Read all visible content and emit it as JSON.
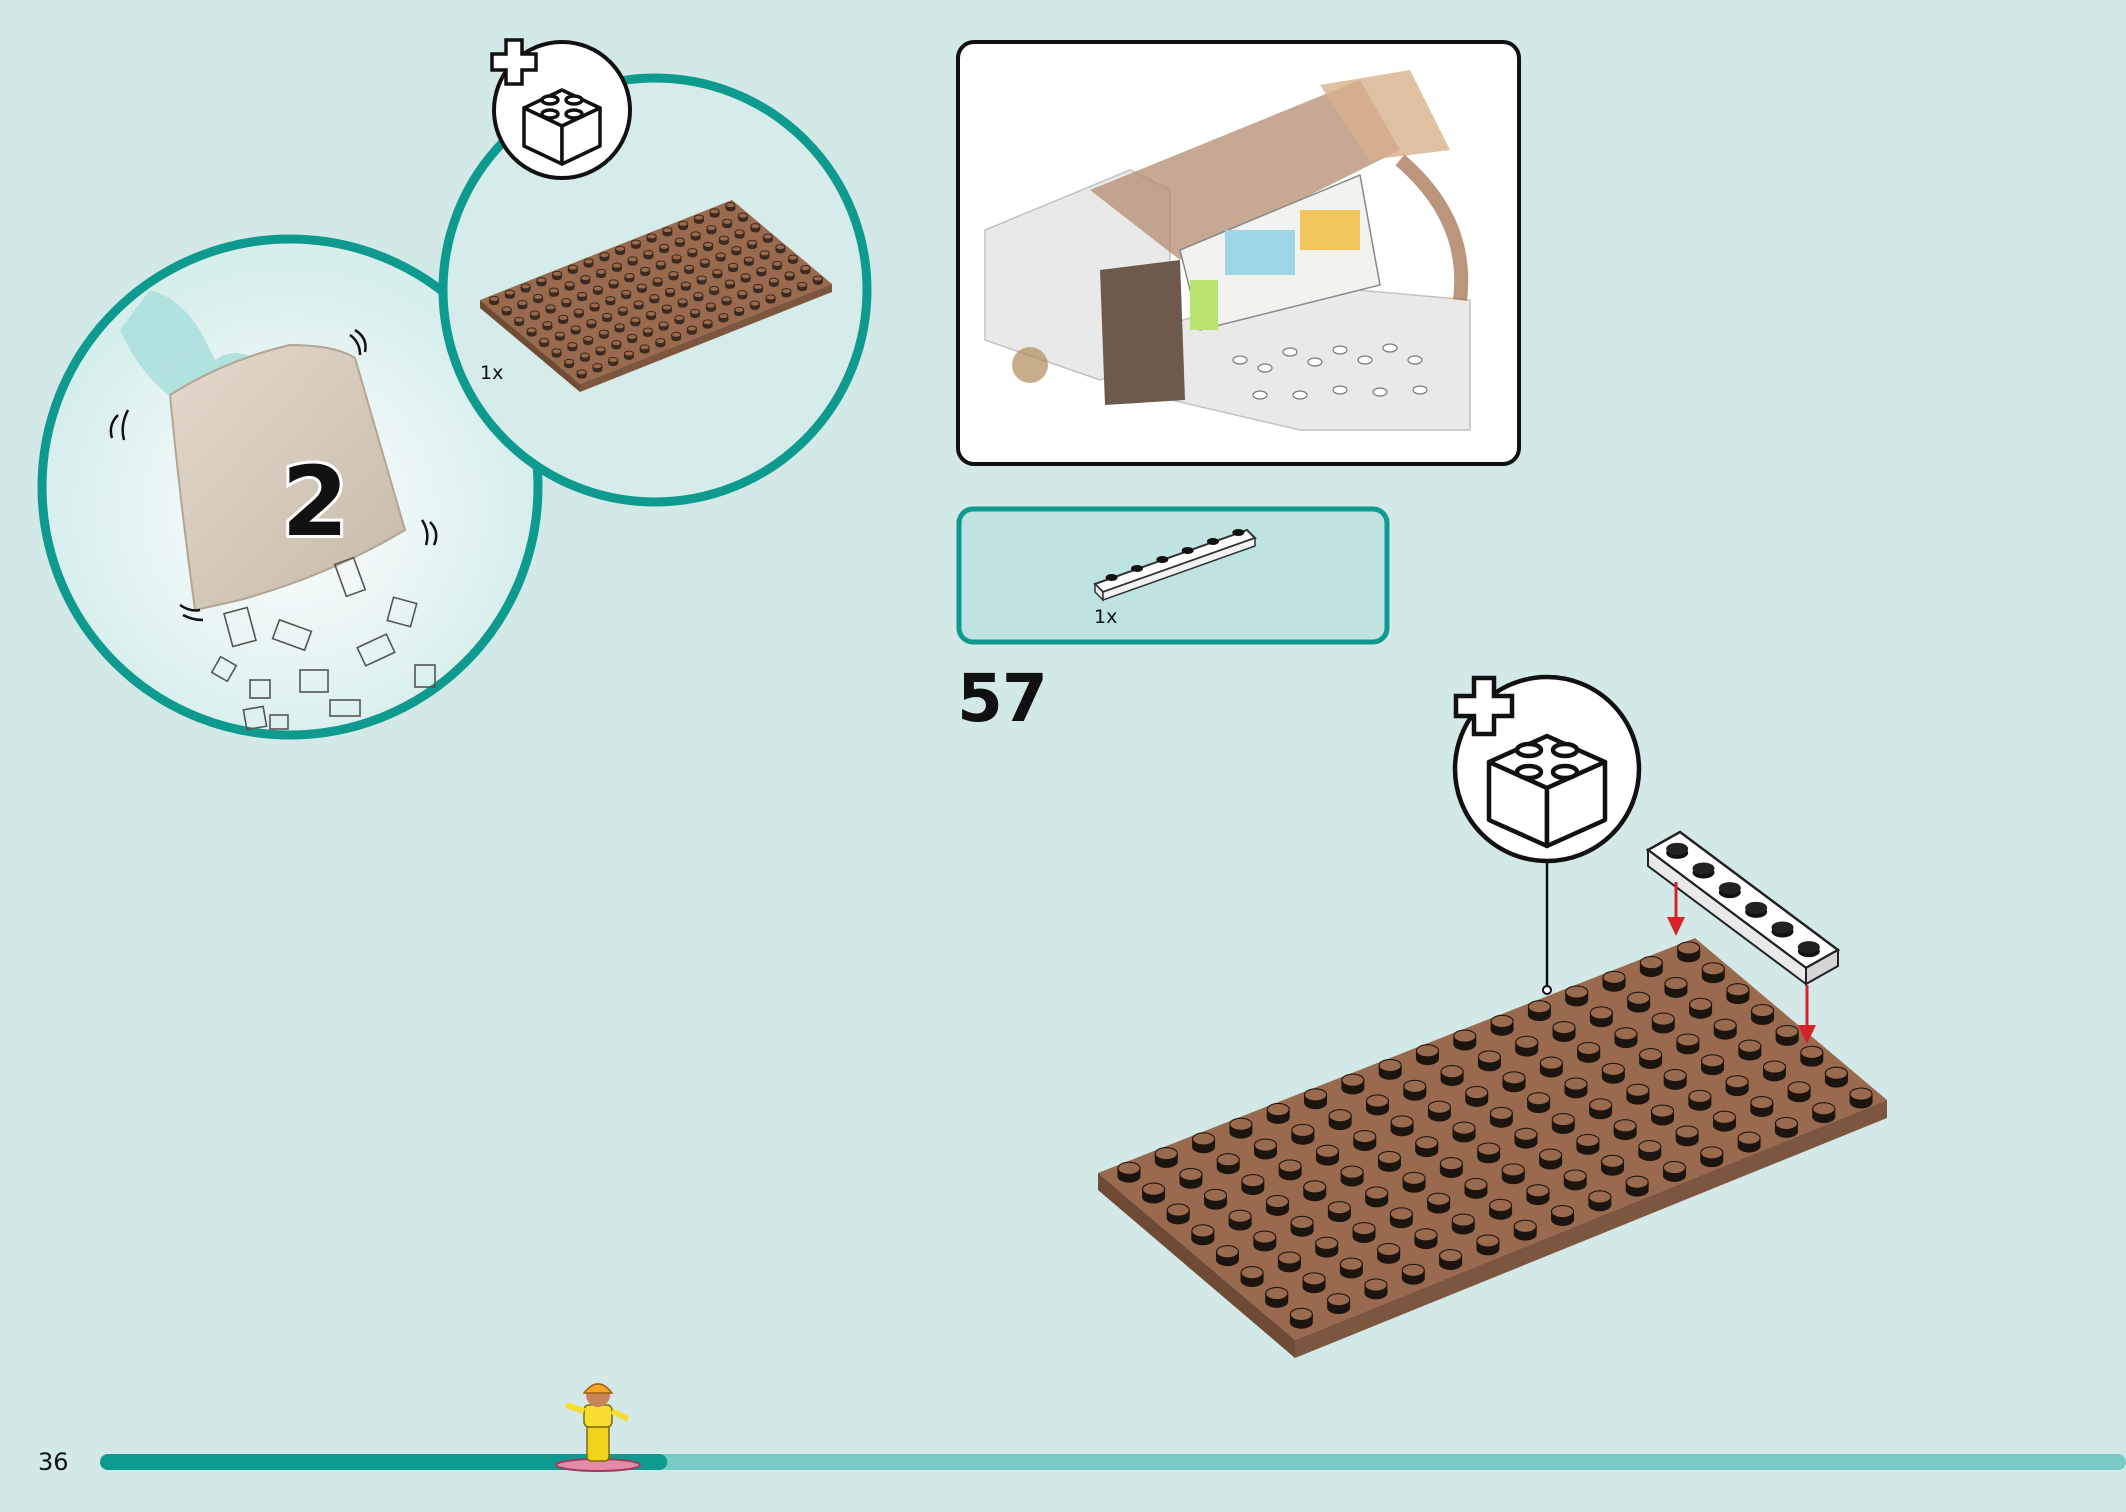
{
  "page": {
    "number": "36",
    "step_number": "57"
  },
  "bag": {
    "label": "2"
  },
  "new_parts": {
    "plate_8x16": {
      "qty": "1x"
    }
  },
  "parts_list": {
    "plate_1x6": {
      "qty": "1x"
    }
  },
  "progress": {
    "fraction": 0.28
  },
  "colors": {
    "background": "#d3e9e8",
    "teal": "#0e9a8e",
    "track": "#79c9c5",
    "brown": "#9a6a4e",
    "arrow": "#d4232a"
  }
}
